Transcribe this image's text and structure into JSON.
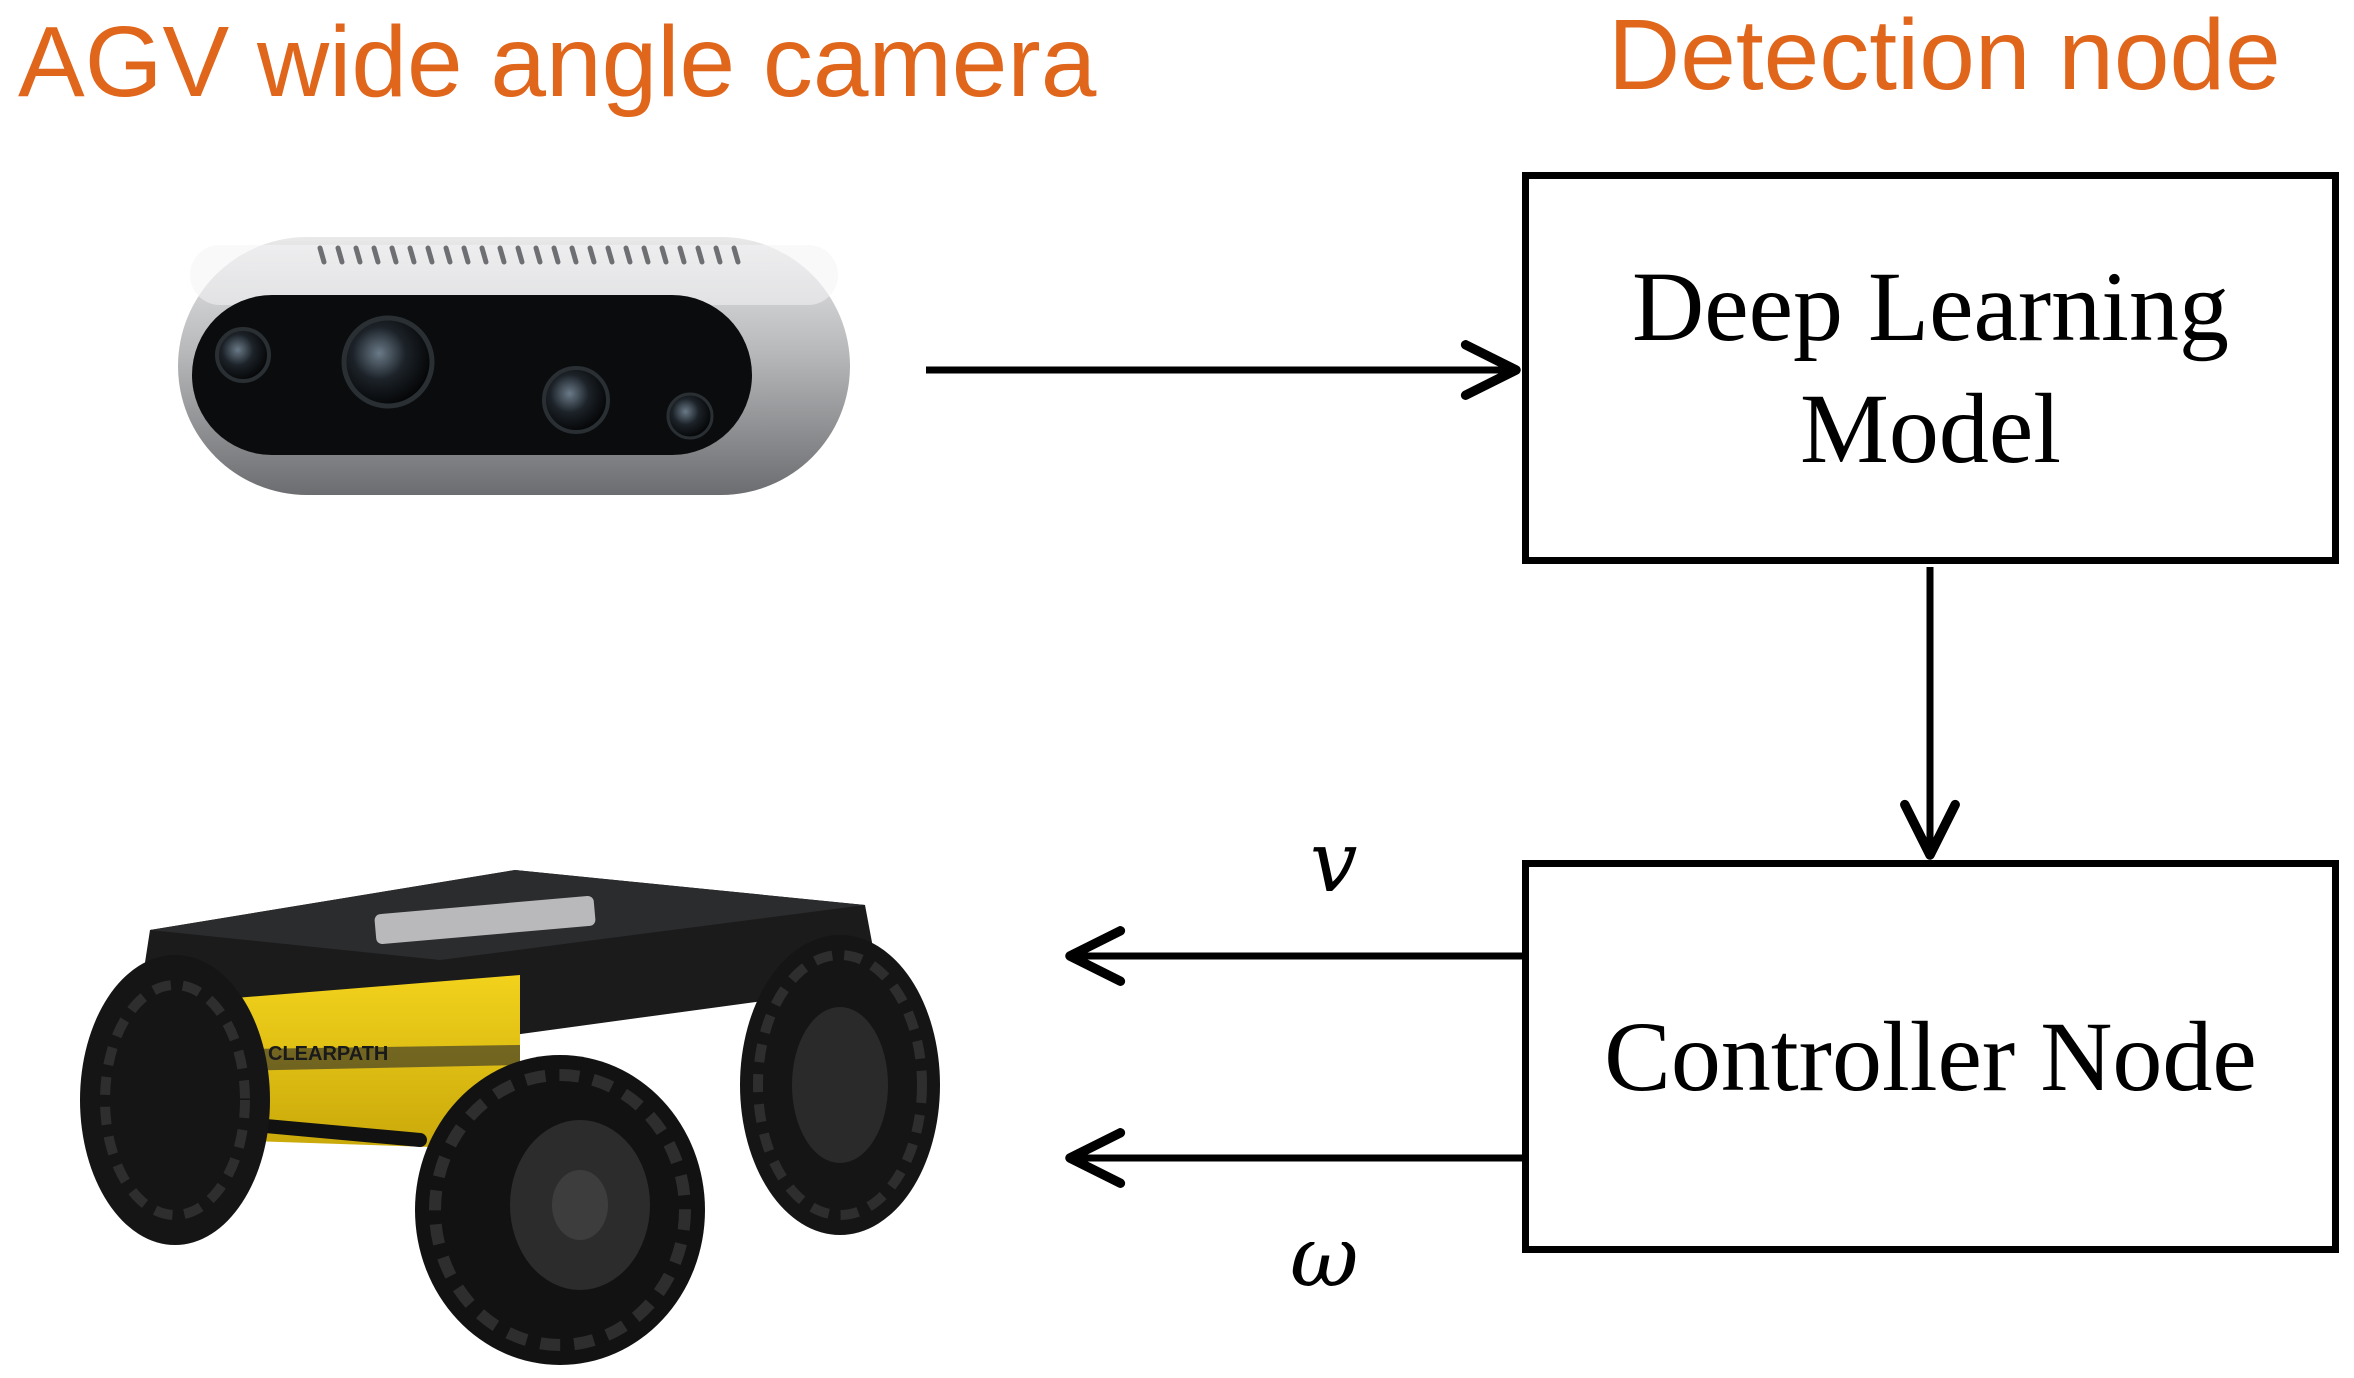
{
  "colors": {
    "accent": "#e0661c",
    "stroke": "#000000"
  },
  "headings": {
    "camera": "AGV wide angle camera",
    "detection": "Detection node"
  },
  "boxes": {
    "deep_learning_line1": "Deep Learning",
    "deep_learning_line2": "Model",
    "controller": "Controller Node"
  },
  "signals": {
    "linear_velocity": "v",
    "angular_velocity": "ω"
  }
}
